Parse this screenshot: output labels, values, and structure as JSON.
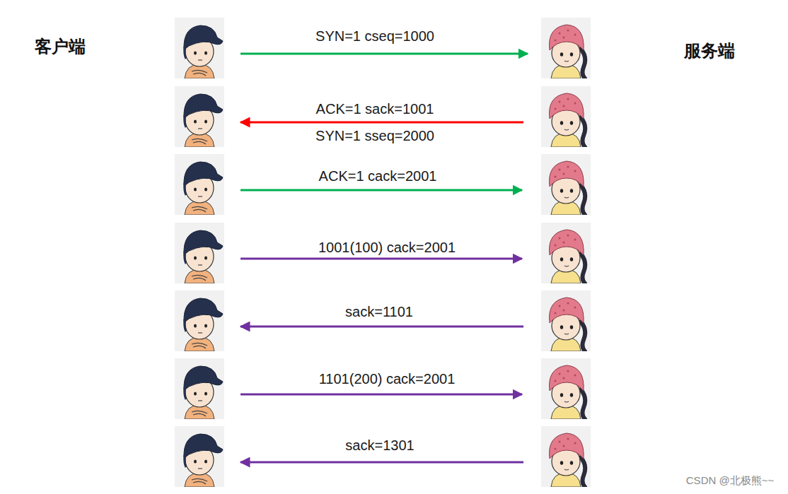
{
  "diagram": {
    "labels": [
      "客户端",
      "服务端",
      "SYN=1 cseq=1000",
      "ACK=1 sack=1001",
      "SYN=1 sseq=2000",
      "ACK=1 cack=2001",
      "1001(100) cack=2001",
      "sack=1101",
      "1101(200) cack=2001",
      "sack=1301",
      "CSDN @北极熊~~"
    ]
  }
}
